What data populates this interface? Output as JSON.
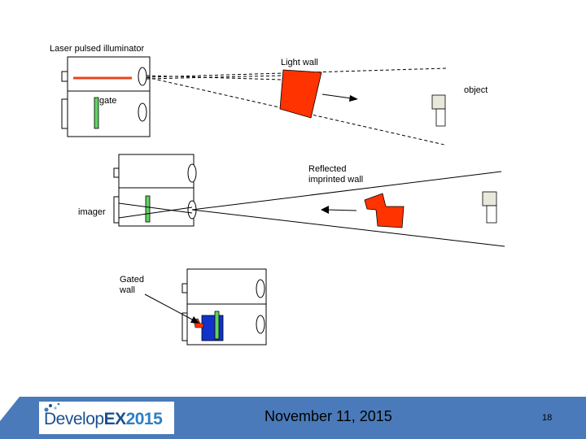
{
  "labels": {
    "laser_illuminator": "Laser pulsed illuminator",
    "light_wall": "Light wall",
    "object": "object",
    "gate": "gate",
    "reflected_line1": "Reflected",
    "reflected_line2": "imprinted wall",
    "imager": "imager",
    "gated_line1": "Gated",
    "gated_line2": "wall"
  },
  "footer": {
    "logo_part1": "Develop",
    "logo_part2": "EX",
    "logo_part3": "2015",
    "date": "November 11, 2015",
    "page_number": "18"
  },
  "colors": {
    "wall_red": "#fe3300",
    "laser_red": "#e8451a",
    "gate_green": "#5fd35f",
    "gated_blue": "#1133cc",
    "footer_blue": "#4a7ab9"
  }
}
